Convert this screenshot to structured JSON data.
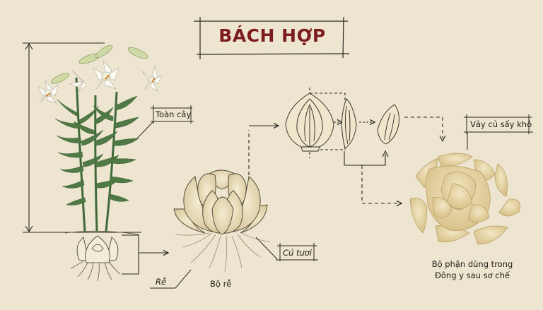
{
  "title": "BÁCH HỢP",
  "colors": {
    "background": "#ede5cf",
    "title": "#7d1c1c",
    "line": "#2a2621",
    "leaf_green": "#4f7a45",
    "bulb_cream": "#e8dcb8",
    "dried_scale": "#e4d2a2"
  },
  "labels": {
    "whole_plant": "Toàn cây",
    "dried_scales": "Vảy củ sấy khô",
    "fresh_bulb": "Củ tươi",
    "root": "Rễ",
    "root_system": "Bộ rễ",
    "caption_line1": "Bộ phận dùng trong",
    "caption_line2": "Đông y sau sơ chế"
  },
  "illustrations": [
    {
      "id": "whole-plant",
      "desc": "Lily plant with white trumpet flowers and height dimension line"
    },
    {
      "id": "small-bulb",
      "desc": "Small underground bulb with roots"
    },
    {
      "id": "fresh-bulb",
      "desc": "Large fresh bulb with roots"
    },
    {
      "id": "bulb-cross-section",
      "desc": "Bulb cut in half sketch"
    },
    {
      "id": "scale-side",
      "desc": "Single scale side view"
    },
    {
      "id": "scale-front",
      "desc": "Single scale front view"
    },
    {
      "id": "dried-scales",
      "desc": "Pile of dried bulb scales"
    }
  ]
}
